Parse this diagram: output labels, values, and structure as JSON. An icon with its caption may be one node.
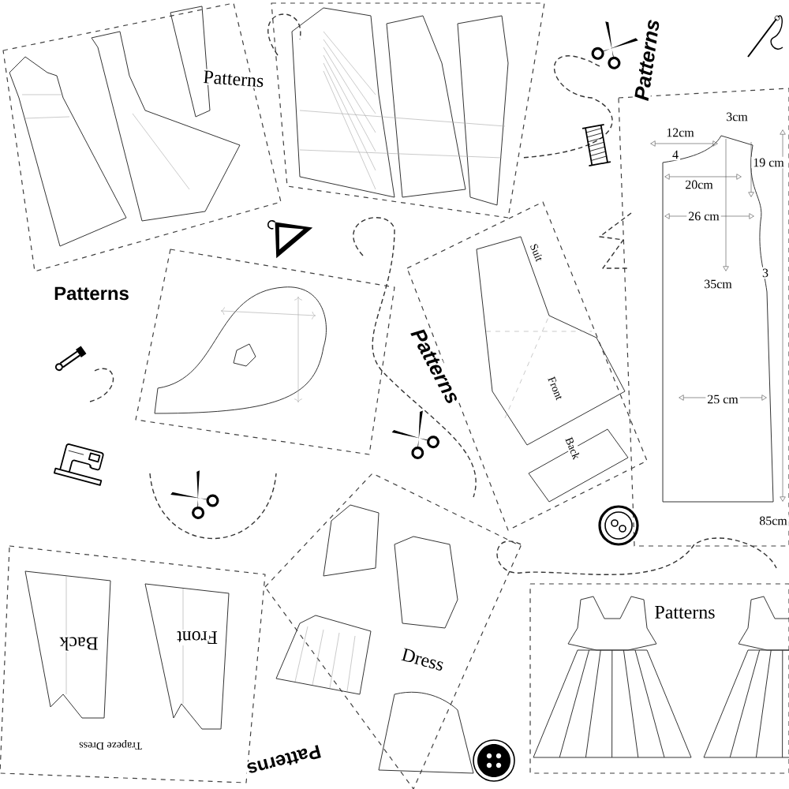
{
  "diagram": {
    "labels": [
      "Patterns",
      "Patterns",
      "12cm",
      "3cm",
      "4",
      "19 cm",
      "20cm",
      "Suit",
      "26 cm",
      "Patterns",
      "Patterns",
      "Front",
      "35cm",
      "3",
      "Back",
      "25 cm",
      "85cm",
      "Patterns",
      "Back",
      "Front",
      "Dress",
      "Trapeze Dress",
      "Patterns"
    ]
  }
}
